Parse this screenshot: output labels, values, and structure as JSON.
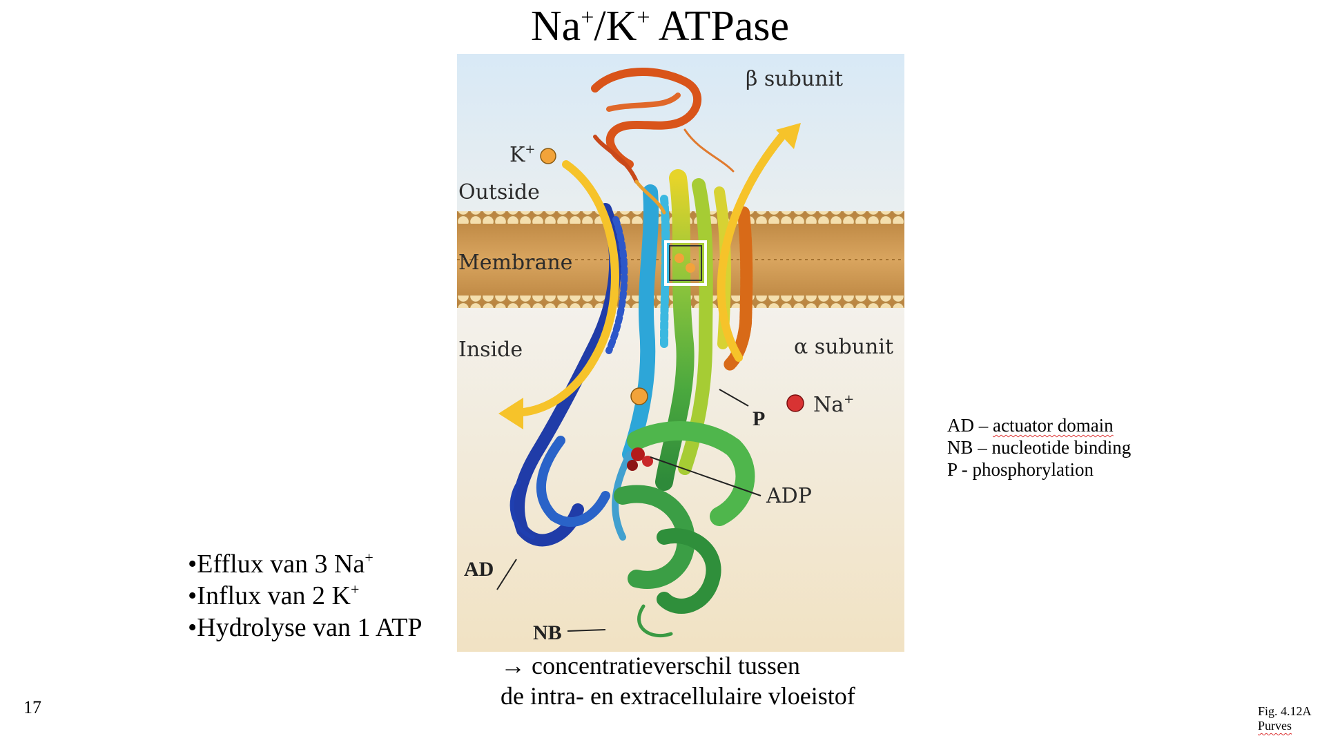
{
  "slide": {
    "title_main": "Na",
    "title_sup1": "+",
    "title_mid": "/K",
    "title_sup2": "+",
    "title_end": " ATPase",
    "number": "17"
  },
  "figure": {
    "labels": {
      "beta": "β subunit",
      "k_ion": "K",
      "k_sup": "+",
      "outside": "Outside",
      "membrane": "Membrane",
      "inside": "Inside",
      "alpha": "α subunit",
      "na_ion": "Na",
      "na_sup": "+",
      "p": "P",
      "adp": "ADP",
      "ad": "AD",
      "nb": "NB"
    },
    "colors": {
      "bg_top": "#dfecf6",
      "bg_bottom": "#f2e4c8",
      "membrane": "#c8954c",
      "arrow": "#f6c32a",
      "k_ion": "#f2a33a",
      "na_ion": "#d83333",
      "beta_subunit": "#d9541a"
    }
  },
  "bullets": [
    {
      "text": "•Efflux van 3 Na",
      "sup": "+"
    },
    {
      "text": "•Influx van 2 K",
      "sup": "+"
    },
    {
      "text": "•Hydrolyse van 1 ATP",
      "sup": ""
    }
  ],
  "conclusion": {
    "line1": "→ concentratieverschil tussen",
    "line2": "de intra- en extracellulaire vloeistof"
  },
  "legend": [
    {
      "abbr": "AD",
      "sep": " – ",
      "desc": "actuator domain"
    },
    {
      "abbr": "NB",
      "sep": " – ",
      "desc": "nucleotide binding"
    },
    {
      "abbr": "P",
      "sep": " - ",
      "desc": "phosphorylation"
    }
  ],
  "source": {
    "line1": "Fig. 4.12A",
    "line2": "Purves"
  }
}
